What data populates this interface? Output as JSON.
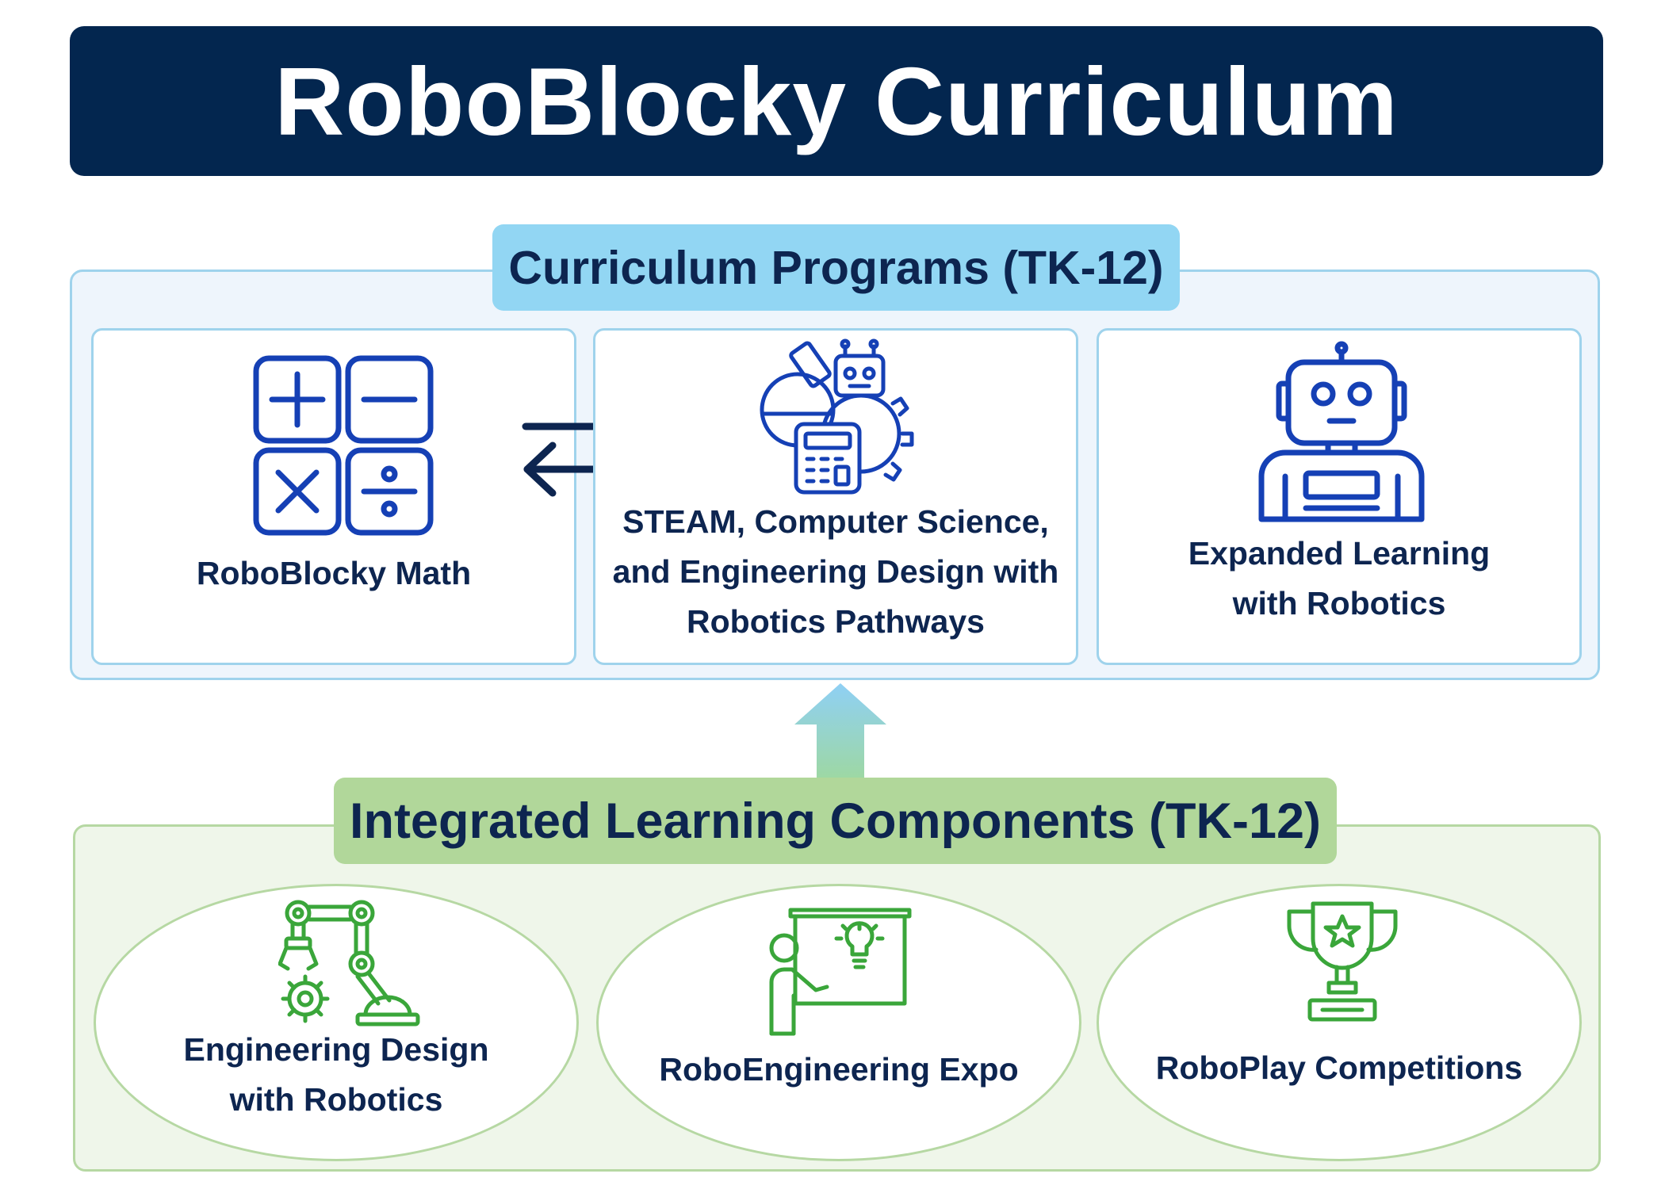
{
  "title": "RoboBlocky Curriculum",
  "colors": {
    "title_bg": "#03264f",
    "programs_accent": "#92d6f3",
    "components_accent": "#b1d79a",
    "icon_blue": "#1540b5",
    "icon_green": "#3aa63a",
    "text": "#0d2550"
  },
  "programs": {
    "header": "Curriculum Programs (TK-12)",
    "cards": [
      {
        "label": "RoboBlocky Math",
        "icon": "math-operators-icon"
      },
      {
        "label": "STEAM, Computer Science,\nand Engineering Design with\nRobotics Pathways",
        "icon": "steam-robot-calculator-icon"
      },
      {
        "label": "Expanded Learning\nwith Robotics",
        "icon": "robot-icon"
      }
    ]
  },
  "components": {
    "header": "Integrated Learning Components (TK-12)",
    "items": [
      {
        "label": "Engineering Design\nwith Robotics",
        "icon": "robotic-arm-icon"
      },
      {
        "label": "RoboEngineering Expo",
        "icon": "presentation-lightbulb-icon"
      },
      {
        "label": "RoboPlay Competitions",
        "icon": "trophy-icon"
      }
    ]
  }
}
